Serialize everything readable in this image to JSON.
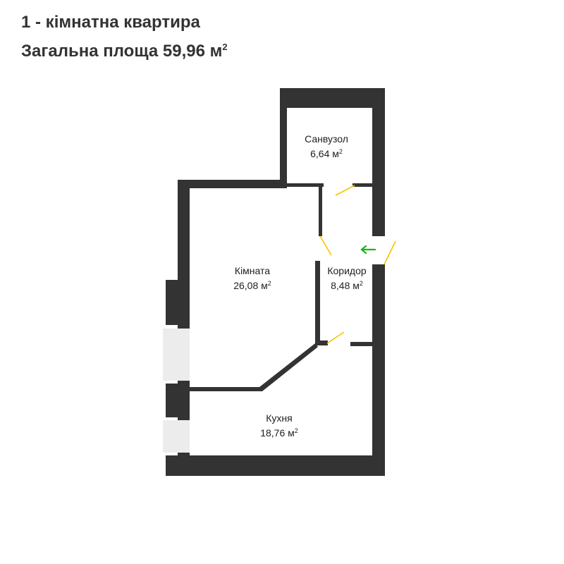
{
  "header": {
    "title": "1 - кімнатна квартира",
    "area_prefix": "Загальна площа 59,96 м",
    "area_sup": "2"
  },
  "rooms": [
    {
      "name": "Санвузол",
      "area": "6,64 м",
      "sup": "2"
    },
    {
      "name": "Кімната",
      "area": "26,08 м",
      "sup": "2"
    },
    {
      "name": "Коридор",
      "area": "8,48 м",
      "sup": "2"
    },
    {
      "name": "Кухня",
      "area": "18,76 м",
      "sup": "2"
    }
  ],
  "colors": {
    "wall": "#333333",
    "door": "#f5c400",
    "entrance_arrow": "#1bb31b",
    "window": "#ececec"
  },
  "icons": {
    "entrance": "arrow-left-icon"
  }
}
